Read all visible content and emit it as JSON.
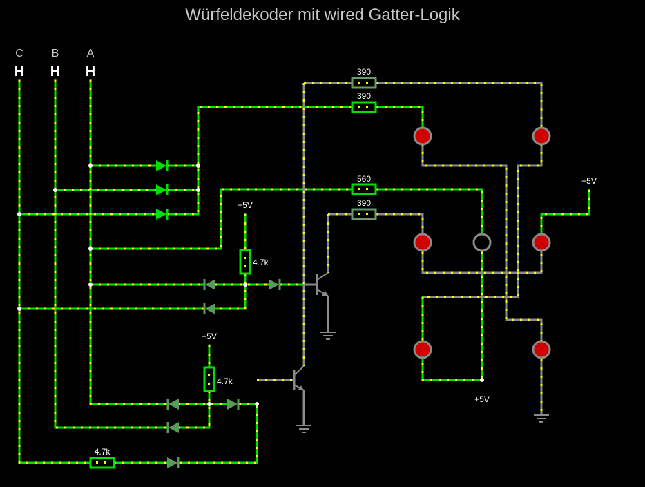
{
  "title": "Würfeldekoder mit wired Gatter-Logik",
  "inputs": [
    {
      "name": "C",
      "state": "H"
    },
    {
      "name": "B",
      "state": "H"
    },
    {
      "name": "A",
      "state": "H"
    }
  ],
  "resistors": {
    "r390_top": "390",
    "r390_second": "390",
    "r560": "560",
    "r390_third": "390",
    "r4k7_upper": "4.7k",
    "r4k7_lower": "4.7k",
    "r4k7_bottom": "4.7k"
  },
  "supply": {
    "v_right": "+5V",
    "v_upper_pullup": "+5V",
    "v_lower_pullup": "+5V",
    "v_center_bottom": "+5V"
  },
  "colors": {
    "wire_high": "#00e000",
    "current_dots": "#ffff00",
    "wire_low": "#8a8a8a",
    "led_on": "#d00000",
    "led_off": "#000000"
  },
  "leds": [
    {
      "id": "led-top-left",
      "state": "on"
    },
    {
      "id": "led-top-right",
      "state": "on"
    },
    {
      "id": "led-mid-left",
      "state": "on"
    },
    {
      "id": "led-mid-center",
      "state": "off"
    },
    {
      "id": "led-mid-right",
      "state": "on"
    },
    {
      "id": "led-bottom-left",
      "state": "on"
    },
    {
      "id": "led-bottom-right",
      "state": "on"
    }
  ]
}
